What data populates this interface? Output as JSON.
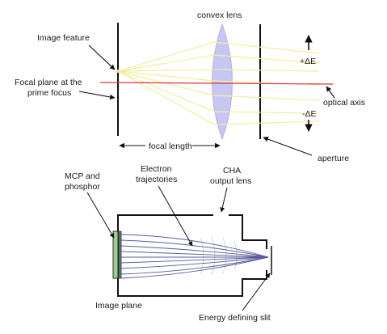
{
  "top_diagram": {
    "convex_lens_label": "convex lens",
    "image_feature_label": "Image feature",
    "focal_plane_label_line1": "Focal plane at the",
    "focal_plane_label_line2": "prime focus",
    "focal_length_label": "focal length",
    "optical_axis_label": "optical axis",
    "aperture_label": "aperture",
    "plus_delta_e_label": "+ΔE",
    "minus_delta_e_label": "-ΔE"
  },
  "bottom_diagram": {
    "mcp_label_line1": "MCP and",
    "mcp_label_line2": "phosphor",
    "electron_label_line1": "Electron",
    "electron_label_line2": "trajectories",
    "cha_label_line1": "CHA",
    "cha_label_line2": "output lens",
    "image_plane_label": "Image plane",
    "slit_label": "Energy defining slit"
  },
  "colors": {
    "optical_axis": "#e0303a",
    "lens_fill": "#c6c3f2",
    "rays": "#eef0a0",
    "trajectories": "#3a3f8a",
    "mcp_green": "#9ad08a"
  }
}
